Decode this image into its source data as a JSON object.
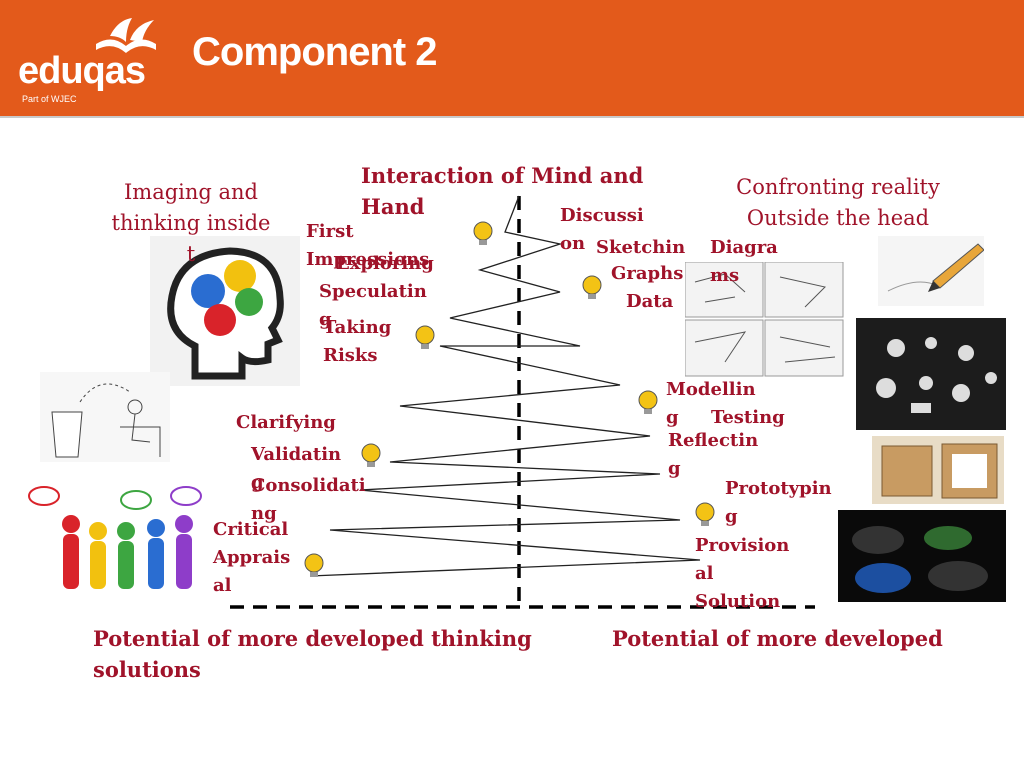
{
  "header": {
    "logo_text": "eduqas",
    "logo_sub": "Part of WJEC",
    "title": "Component 2"
  },
  "diagram": {
    "center_title": "Interaction of Mind and\nHand",
    "left_heading": "Imaging and\nthinking          inside\nt",
    "right_heading": "Confronting reality\nOutside the head",
    "left_labels": {
      "first_impressions": "First\nImpressions",
      "exploring": "Exploring",
      "speculating": "Speculatin\ng",
      "taking_risks": "Taking\nRisks",
      "clarifying": "Clarifying",
      "validating": "Validatin\ng",
      "consolidating": "Consolidati\nng",
      "critical_appraisal": "Critical\nApprais\nal"
    },
    "right_labels": {
      "discussion": "Discussi\non",
      "sketching": "Sketchin",
      "diagrams": "Diagra\nms",
      "graphs": "Graphs",
      "data": "Data",
      "modelling": "Modellin\ng",
      "testing": "Testing",
      "reflecting": "Reflectin\ng",
      "prototyping": "Prototypin\ng",
      "provisional_solution": "Provision\nal\nSolution"
    },
    "bottom_left": "Potential of more developed thinking\nsolutions",
    "bottom_right": "Potential of more developed"
  },
  "colors": {
    "header": "#e35a1b",
    "text": "#a0132a",
    "bulb": "#f3c315"
  },
  "icons": [
    "book-logo-icon",
    "lightbulb-icon",
    "head-gears-icon",
    "people-talking-icon",
    "pencil-icon"
  ]
}
